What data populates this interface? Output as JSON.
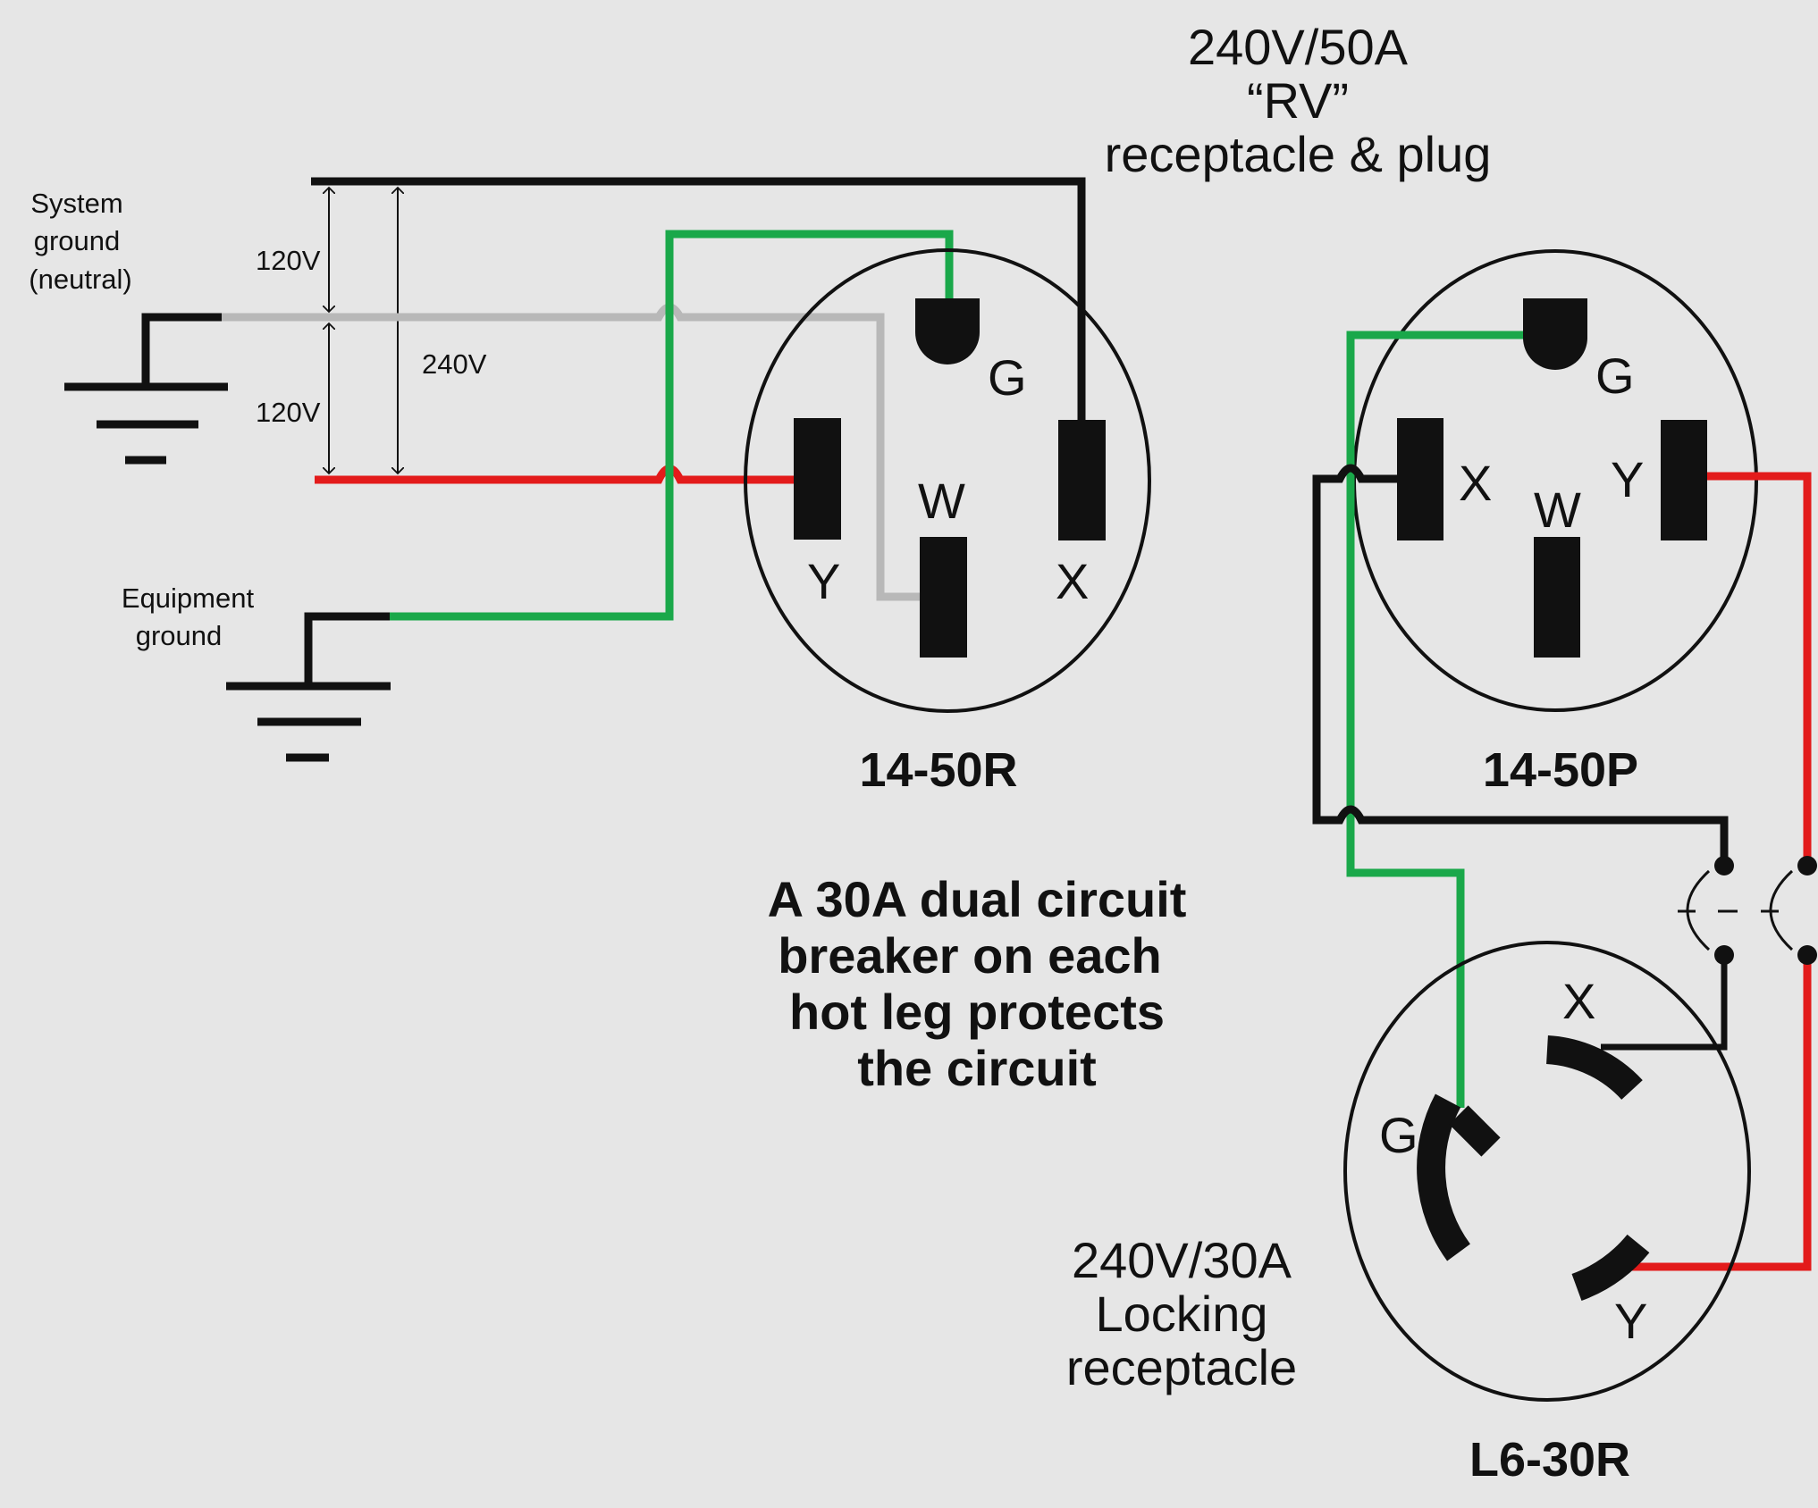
{
  "header": {
    "line1": "240V/50A",
    "line2": "“RV”",
    "line3": "receptacle & plug"
  },
  "system_ground": {
    "line1": "System",
    "line2": "ground",
    "line3": "(neutral)"
  },
  "equipment_ground": {
    "line1": "Equipment",
    "line2": "ground"
  },
  "voltages": {
    "upper": "120V",
    "lower": "120V",
    "total": "240V"
  },
  "receptacle_14_50r": {
    "name": "14-50R",
    "g": "G",
    "w": "W",
    "y": "Y",
    "x": "X"
  },
  "plug_14_50p": {
    "name": "14-50P",
    "g": "G",
    "w": "W",
    "y": "Y",
    "x": "X"
  },
  "receptacle_l6_30r": {
    "name": "L6-30R",
    "g": "G",
    "x": "X",
    "y": "Y"
  },
  "breaker_note": {
    "line1": "A 30A dual circuit",
    "line2": "breaker on each",
    "line3": "hot leg protects",
    "line4": "the circuit"
  },
  "locking_label": {
    "line1": "240V/30A",
    "line2": "Locking",
    "line3": "receptacle"
  },
  "colors": {
    "background": "#e6e6e6",
    "hot_black": "#111111",
    "hot_red": "#e31b1b",
    "neutral_gray": "#b8b8b8",
    "ground_green": "#1aa84a"
  }
}
